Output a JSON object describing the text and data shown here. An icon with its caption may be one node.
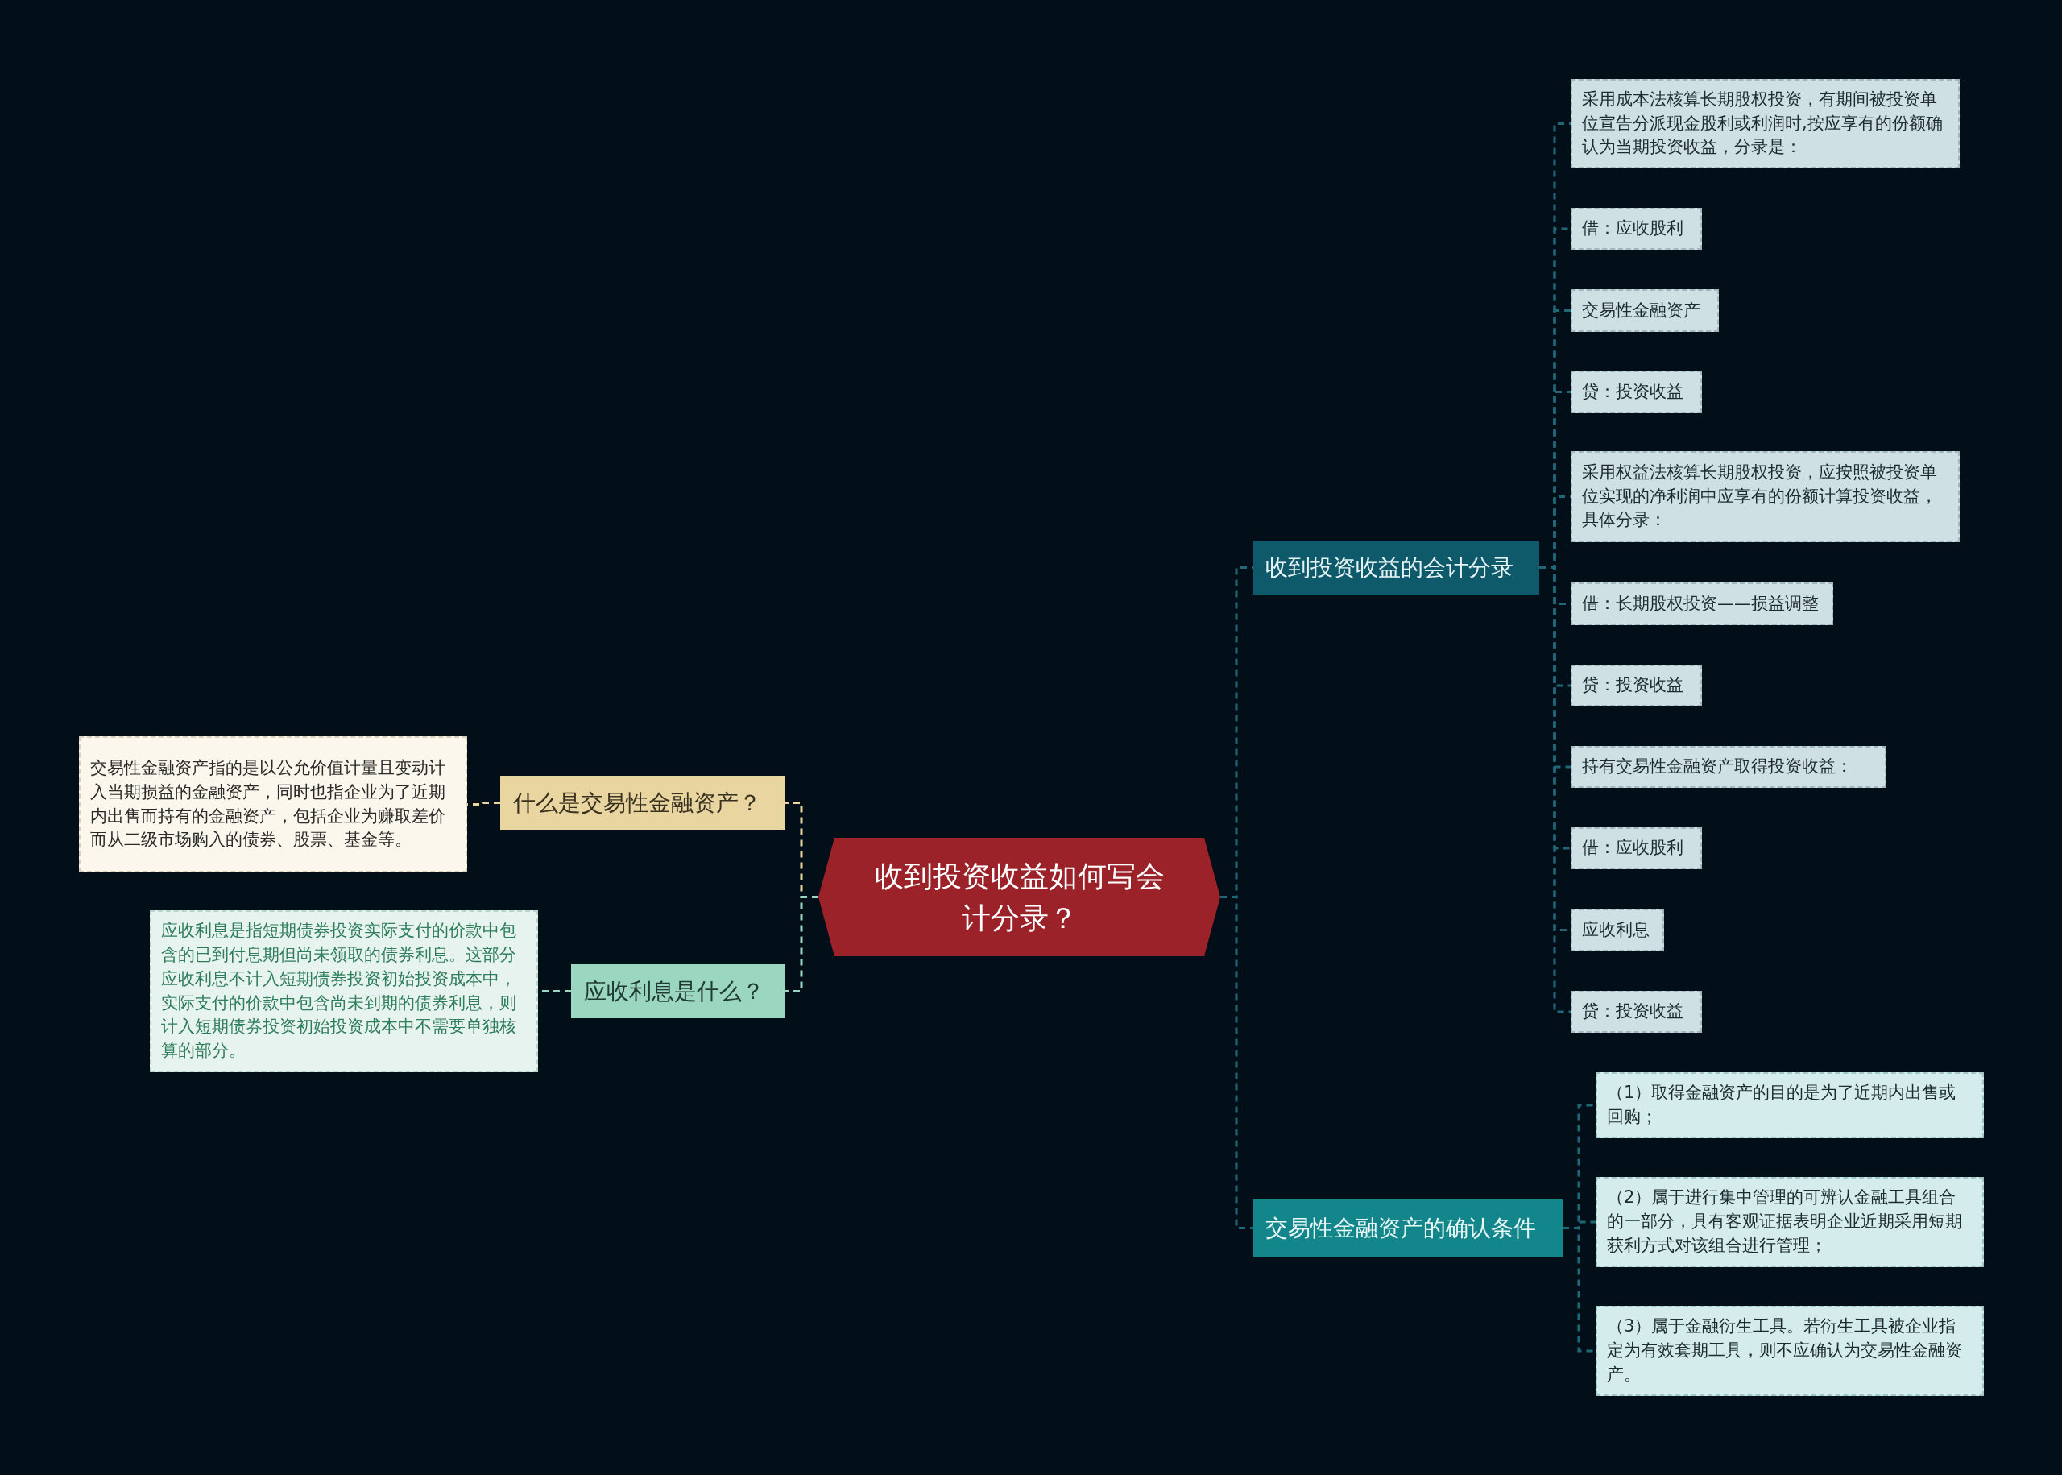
{
  "diagram": {
    "nodes": [
      {
        "text": [
          "收到投资收益如何写会计分录？"
        ]
      },
      {
        "text": [
          "收到投资收益的会计分录"
        ]
      },
      {
        "text": [
          "采用成本法核算长期股权投资，有期间被投资单位宣告分派现金股利或利润时,按应享有的份额确认为当期投资收益，分录是："
        ]
      },
      {
        "text": [
          "借：应收股利"
        ]
      },
      {
        "text": [
          "交易性金融资产"
        ]
      },
      {
        "text": [
          "贷：投资收益"
        ]
      },
      {
        "text": [
          "采用权益法核算长期股权投资，应按照被投资单位实现的净利润中应享有的份额计算投资收益，具体分录："
        ]
      },
      {
        "text": [
          "借：长期股权投资——损益调整"
        ]
      },
      {
        "text": [
          "贷：投资收益"
        ]
      },
      {
        "text": [
          "持有交易性金融资产取得投资收益："
        ]
      },
      {
        "text": [
          "借：应收股利"
        ]
      },
      {
        "text": [
          "应收利息"
        ]
      },
      {
        "text": [
          "贷：投资收益"
        ]
      },
      {
        "text": [
          "交易性金融资产的确认条件"
        ]
      },
      {
        "text": [
          "（1）取得金融资产的目的是为了近期内出售或回购；"
        ]
      },
      {
        "text": [
          "（2）属于进行集中管理的可辨认金融工具组合的一部分，具有客观证据表明企业近期采用短期获利方式对该组合进行管理；"
        ]
      },
      {
        "text": [
          "（3）属于金融衍生工具。若衍生工具被企业指定为有效套期工具，则不应确认为交易性金融资产。"
        ]
      },
      {
        "text": [
          "什么是交易性金融资产？"
        ]
      },
      {
        "text": [
          "交易性金融资产指的是以公允价值计量且变动计入当期损益的金融资产，同时也指企业为了近期内出售而持有的金融资产，包括企业为赚取差价而从二级市场购入的债券、股票、基金等。"
        ]
      },
      {
        "text": [
          "应收利息是什么？"
        ]
      },
      {
        "text": [
          "应收利息是指短期债券投资实际支付的价款中包含的已到付息期但尚未领取的债券利息。这部分应收利息不计入短期债券投资初始投资成本中，实际支付的价款中包含尚未到期的债券利息，则计入短期债券投资初始投资成本中不需要单独核算的部分。"
        ]
      }
    ],
    "edges": [
      {
        "from": 0,
        "to": 1,
        "arrow": "none"
      },
      {
        "from": 1,
        "to": 2,
        "arrow": "none"
      },
      {
        "from": 1,
        "to": 3,
        "arrow": "none"
      },
      {
        "from": 1,
        "to": 4,
        "arrow": "none"
      },
      {
        "from": 1,
        "to": 5,
        "arrow": "none"
      },
      {
        "from": 1,
        "to": 6,
        "arrow": "none"
      },
      {
        "from": 1,
        "to": 7,
        "arrow": "none"
      },
      {
        "from": 1,
        "to": 8,
        "arrow": "none"
      },
      {
        "from": 1,
        "to": 9,
        "arrow": "none"
      },
      {
        "from": 1,
        "to": 10,
        "arrow": "none"
      },
      {
        "from": 1,
        "to": 11,
        "arrow": "none"
      },
      {
        "from": 1,
        "to": 12,
        "arrow": "none"
      },
      {
        "from": 0,
        "to": 13,
        "arrow": "none"
      },
      {
        "from": 13,
        "to": 14,
        "arrow": "none"
      },
      {
        "from": 13,
        "to": 15,
        "arrow": "none"
      },
      {
        "from": 13,
        "to": 16,
        "arrow": "none"
      },
      {
        "from": 0,
        "to": 17,
        "arrow": "none",
        "color": "#e8d5a0"
      },
      {
        "from": 17,
        "to": 18,
        "arrow": "none",
        "color": "#e8d5a0"
      },
      {
        "from": 0,
        "to": 19,
        "arrow": "none",
        "color": "#9ad6c0"
      },
      {
        "from": 19,
        "to": 20,
        "arrow": "none",
        "color": "#9ad6c0"
      }
    ]
  }
}
